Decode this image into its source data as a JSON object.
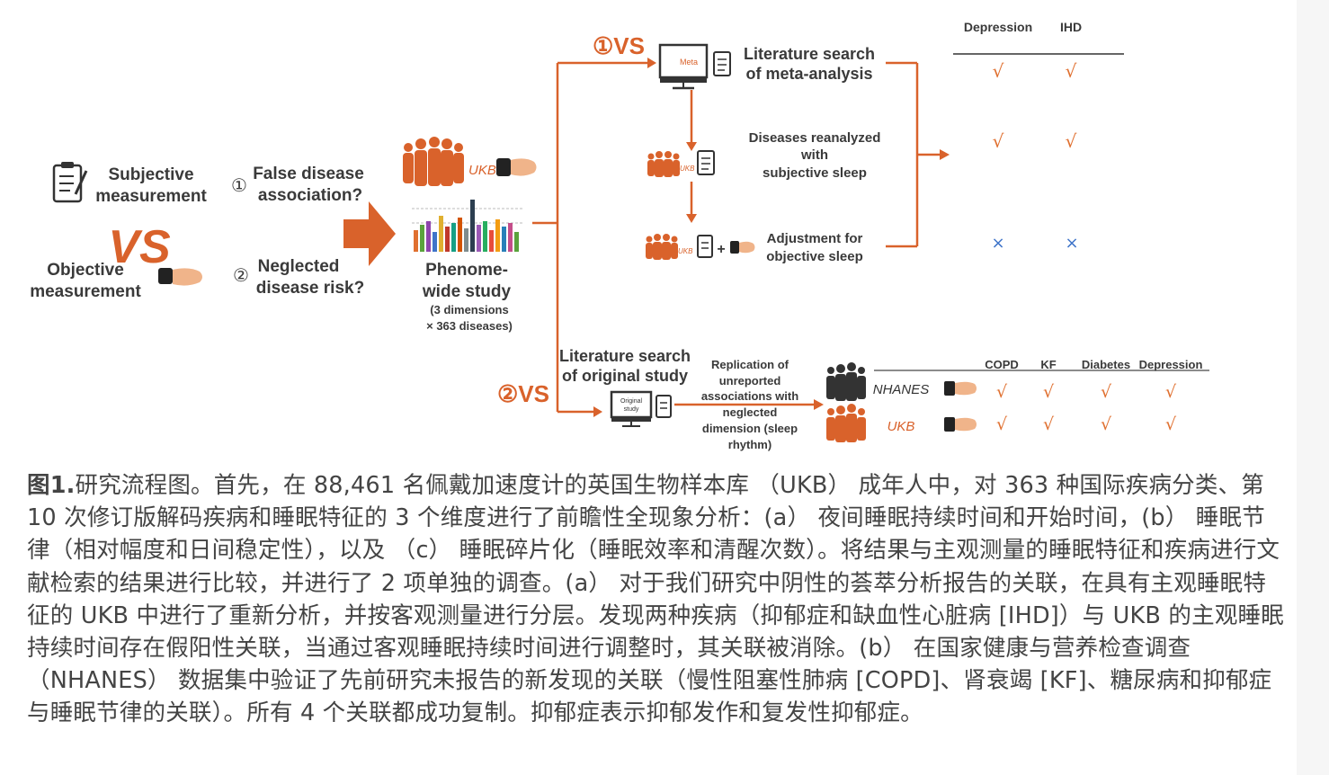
{
  "figure": {
    "left": {
      "subjective": [
        "Subjective",
        "measurement"
      ],
      "vs": "VS",
      "objective": [
        "Objective",
        "measurement"
      ]
    },
    "questions": {
      "q1_num": "①",
      "q1": [
        "False disease",
        "association?"
      ],
      "q2_num": "②",
      "q2": [
        "Neglected",
        "disease risk?"
      ]
    },
    "phenome": {
      "ukb": "UKB",
      "title": [
        "Phenome-",
        "wide study"
      ],
      "sub": [
        "(3 dimensions",
        "× 363 diseases)"
      ]
    },
    "branch1": {
      "marker": "①VS",
      "meta_tag": "Meta",
      "lit": [
        "Literature search",
        "of meta-analysis"
      ],
      "reanalyzed": [
        "Diseases reanalyzed",
        "with",
        "subjective sleep"
      ],
      "adjust": [
        "Adjustment for",
        "objective sleep"
      ],
      "ukb_small": "UKB",
      "plus": "+",
      "table": {
        "headers": [
          "Depression",
          "IHD"
        ],
        "rows": [
          [
            "√",
            "√"
          ],
          [
            "√",
            "√"
          ],
          [
            "×",
            "×"
          ]
        ]
      }
    },
    "branch2": {
      "marker": "②VS",
      "lit": [
        "Literature search",
        "of original study"
      ],
      "orig_tag": [
        "Original",
        "study"
      ],
      "replication": [
        "Replication of",
        "unreported",
        "associations with",
        "neglected",
        "dimension (sleep",
        "rhythm)"
      ],
      "table": {
        "headers": [
          "COPD",
          "KF",
          "Diabetes",
          "Depression"
        ],
        "rows": [
          {
            "name": "NHANES",
            "vals": [
              "√",
              "√",
              "√",
              "√"
            ]
          },
          {
            "name": "UKB",
            "vals": [
              "√",
              "√",
              "√",
              "√"
            ]
          }
        ]
      }
    }
  },
  "caption": {
    "label": "图1.",
    "text": "研究流程图。首先，在 88,461 名佩戴加速度计的英国生物样本库 （UKB） 成年人中，对 363 种国际疾病分类、第 10 次修订版解码疾病和睡眠特征的 3 个维度进行了前瞻性全现象分析：(a） 夜间睡眠持续时间和开始时间，(b） 睡眠节律（相对幅度和日间稳定性），以及 （c） 睡眠碎片化（睡眠效率和清醒次数）。将结果与主观测量的睡眠特征和疾病进行文献检索的结果进行比较，并进行了 2 项单独的调查。(a） 对于我们研究中阴性的荟萃分析报告的关联，在具有主观睡眠特征的 UKB 中进行了重新分析，并按客观测量进行分层。发现两种疾病（抑郁症和缺血性心脏病 [IHD]）与 UKB 的主观睡眠持续时间存在假阳性关联，当通过客观睡眠持续时间进行调整时，其关联被消除。(b） 在国家健康与营养检查调查 （NHANES） 数据集中验证了先前研究未报告的新发现的关联（慢性阻塞性肺病 [COPD]、肾衰竭 [KF]、糖尿病和抑郁症与睡眠节律的关联）。所有 4 个关联都成功复制。抑郁症表示抑郁发作和复发性抑郁症。"
  },
  "colors": {
    "accent": "#d9622b",
    "check": "#e07030",
    "cross": "#3f74c9",
    "text": "#3a3a3a"
  }
}
